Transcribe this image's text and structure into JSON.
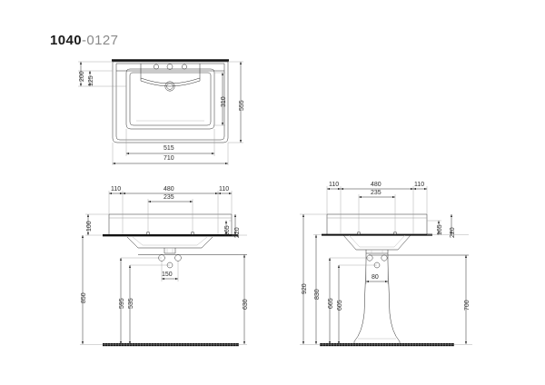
{
  "document": {
    "title_code": "1040",
    "title_suffix": "-0127",
    "type": "technical-drawing",
    "subject": "washbasin with pedestal",
    "units": "mm",
    "background_color": "#ffffff",
    "line_color": "#2b2b2b",
    "heavy_line_color": "#111111"
  },
  "views": {
    "top": {
      "name": "top-view",
      "dimensions": {
        "left_vertical": [
          "200",
          "125"
        ],
        "right_vertical": [
          "310",
          "555"
        ],
        "bottom_horizontal": [
          "515",
          "710"
        ]
      },
      "features": {
        "tap_holes": 3,
        "overflow_holes": 1
      }
    },
    "front": {
      "name": "front-view",
      "dimensions": {
        "top_horizontal": [
          "110",
          "480",
          "110"
        ],
        "top_inner": "235",
        "left_vertical": [
          "100",
          "850"
        ],
        "inner_vertical": [
          "595",
          "535"
        ],
        "right_vertical": [
          "165",
          "220",
          "630"
        ],
        "bottom_inner": "150"
      },
      "features": {
        "supply_holes": 2,
        "waste_hole": 1
      }
    },
    "side": {
      "name": "side-view-with-pedestal",
      "dimensions": {
        "top_horizontal": [
          "110",
          "480",
          "110"
        ],
        "top_inner": "235",
        "left_vertical": [
          "920",
          "830",
          "665",
          "605"
        ],
        "right_vertical": [
          "165",
          "220",
          "700"
        ],
        "pedestal_width": "80"
      },
      "features": {
        "supply_holes": 2,
        "waste_hole": 1,
        "pedestal": true
      }
    }
  },
  "dim_labels": {
    "t_200": "200",
    "t_125": "125",
    "t_310": "310",
    "t_555": "555",
    "t_515": "515",
    "t_710": "710",
    "f_110a": "110",
    "f_480": "480",
    "f_110b": "110",
    "f_235": "235",
    "f_100": "100",
    "f_165": "165",
    "f_220": "220",
    "f_150": "150",
    "f_595": "595",
    "f_535": "535",
    "f_850": "850",
    "f_630": "630",
    "s_110a": "110",
    "s_480": "480",
    "s_110b": "110",
    "s_235": "235",
    "s_165": "165",
    "s_220": "220",
    "s_80": "80",
    "s_920": "920",
    "s_830": "830",
    "s_665": "665",
    "s_605": "605",
    "s_700": "700"
  }
}
